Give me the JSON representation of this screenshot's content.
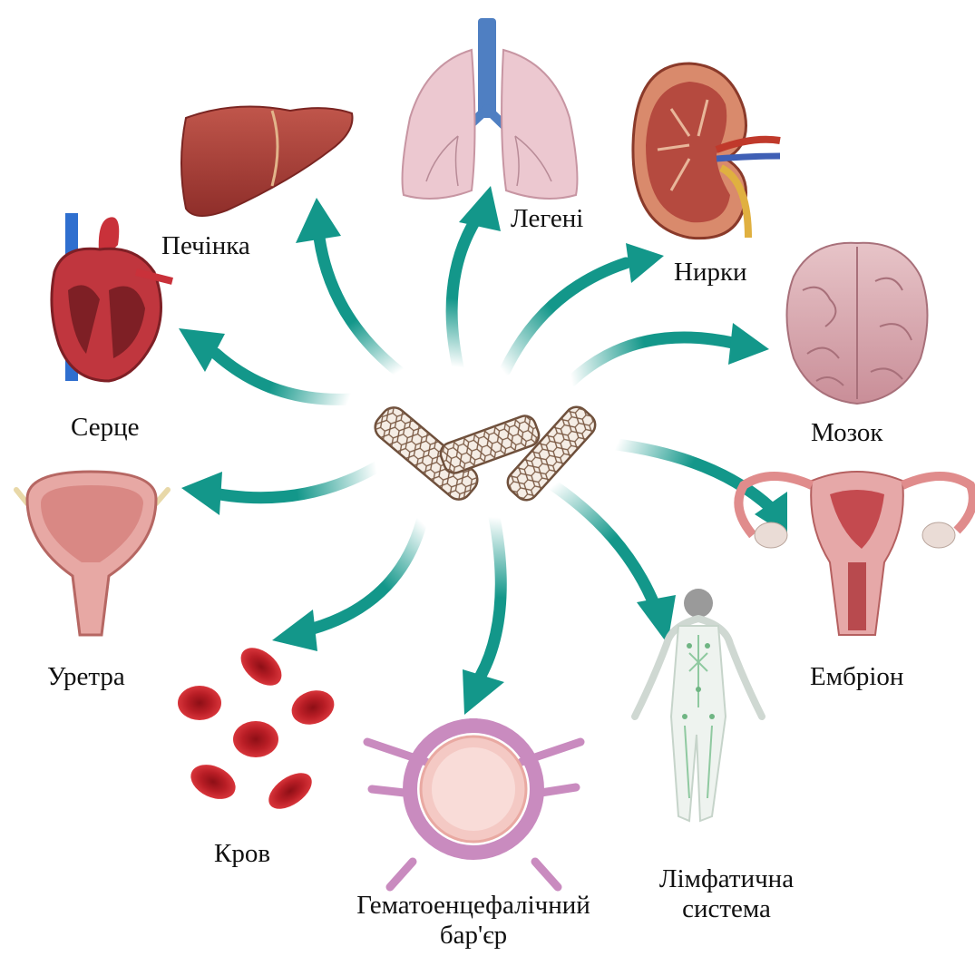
{
  "colors": {
    "arrow": "#13978a",
    "nanotube": "#8a6a52",
    "organ_red": "#b5463f",
    "organ_pink": "#e6b5bd",
    "blood_red": "#c0232a",
    "vessel_purple": "#c98bbf"
  },
  "center_icon": "carbon-nanotube-icon",
  "targets": [
    {
      "id": "liver",
      "label": "Печінка",
      "icon": "liver-icon"
    },
    {
      "id": "lungs",
      "label": "Легені",
      "icon": "lungs-icon"
    },
    {
      "id": "kidney",
      "label": "Нирки",
      "icon": "kidney-icon"
    },
    {
      "id": "brain",
      "label": "Мозок",
      "icon": "brain-icon"
    },
    {
      "id": "embryo",
      "label": "Ембріон",
      "icon": "uterus-icon"
    },
    {
      "id": "lymph",
      "label_line1": "Лімфатична",
      "label_line2": "система",
      "icon": "human-lymphatic-icon"
    },
    {
      "id": "bbb",
      "label_line1": "Гематоенцефалічний",
      "label_line2": "бар'єр",
      "icon": "blood-brain-barrier-icon"
    },
    {
      "id": "blood",
      "label": "Кров",
      "icon": "red-blood-cells-icon"
    },
    {
      "id": "urethra",
      "label": "Уретра",
      "icon": "bladder-icon"
    },
    {
      "id": "heart",
      "label": "Серце",
      "icon": "heart-icon"
    }
  ]
}
